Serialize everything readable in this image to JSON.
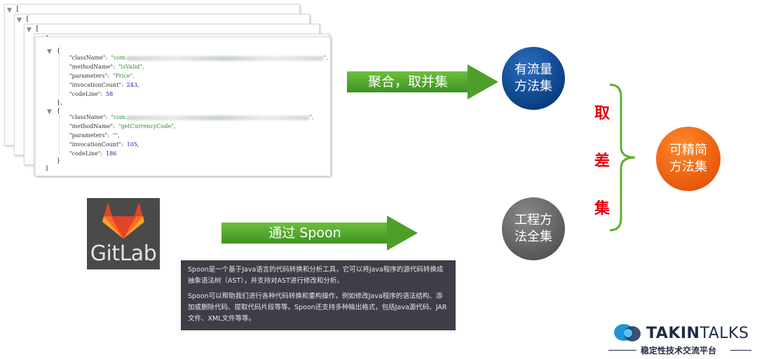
{
  "json_panel": {
    "open_bracket": "[",
    "open_brace": "{",
    "close_brace": "},",
    "close_brace_last": "}",
    "close_bracket": "]",
    "records": [
      {
        "className_key": "\"className\":",
        "className_val": "\"com.",
        "className_end": "\",",
        "methodName_key": "\"methodName\":",
        "methodName_val": "\"isValid\",",
        "parameters_key": "\"parameters\":",
        "parameters_val": "\"Price\",",
        "invocationCount_key": "\"invocationCount\":",
        "invocationCount_val": "243,",
        "codeLine_key": "\"codeLine\":",
        "codeLine_val": "58"
      },
      {
        "className_key": "\"className\":",
        "className_val": "\"com.",
        "className_end": "\",",
        "methodName_key": "\"methodName\":",
        "methodName_val": "\"getCurrencyCode\",",
        "parameters_key": "\"parameters\":",
        "parameters_val": "\"\",",
        "invocationCount_key": "\"invocationCount\":",
        "invocationCount_val": "105,",
        "codeLine_key": "\"codeLine\":",
        "codeLine_val": "186"
      }
    ]
  },
  "arrows": {
    "top_label": "聚合，取并集",
    "bottom_label": "通过 Spoon",
    "color": "#4d9f29"
  },
  "nodes": {
    "traffic": {
      "line1": "有流量",
      "line2": "方法集",
      "color": "#0b3f84"
    },
    "project": {
      "line1": "工程方",
      "line2": "法全集",
      "color": "#5a5a5a"
    },
    "result": {
      "line1": "可精简",
      "line2": "方法集",
      "color": "#e85a0c"
    }
  },
  "diff_label": {
    "c1": "取",
    "c2": "差",
    "c3": "集",
    "color": "#e60012"
  },
  "gitlab": {
    "text": "GitLab"
  },
  "spoon_box": {
    "para1": "Spoon是一个基于Java语言的代码转换和分析工具，它可以将Java程序的源代码转换成抽象语法树（AST），并支持对AST进行修改和分析。",
    "para2": "Spoon可以帮助我们进行各种代码转换和重构操作，例如修改Java程序的语法结构、添加或删除代码、提取代码片段等等。Spoon还支持多种输出格式，包括Java源代码、JAR文件、XML文件等等。"
  },
  "logo": {
    "brand_bold": "TAKIN",
    "brand_light": "TALKS",
    "subtitle": "稳定性技术交流平台",
    "color": "#1f2a44",
    "accent": "#2196d3"
  }
}
